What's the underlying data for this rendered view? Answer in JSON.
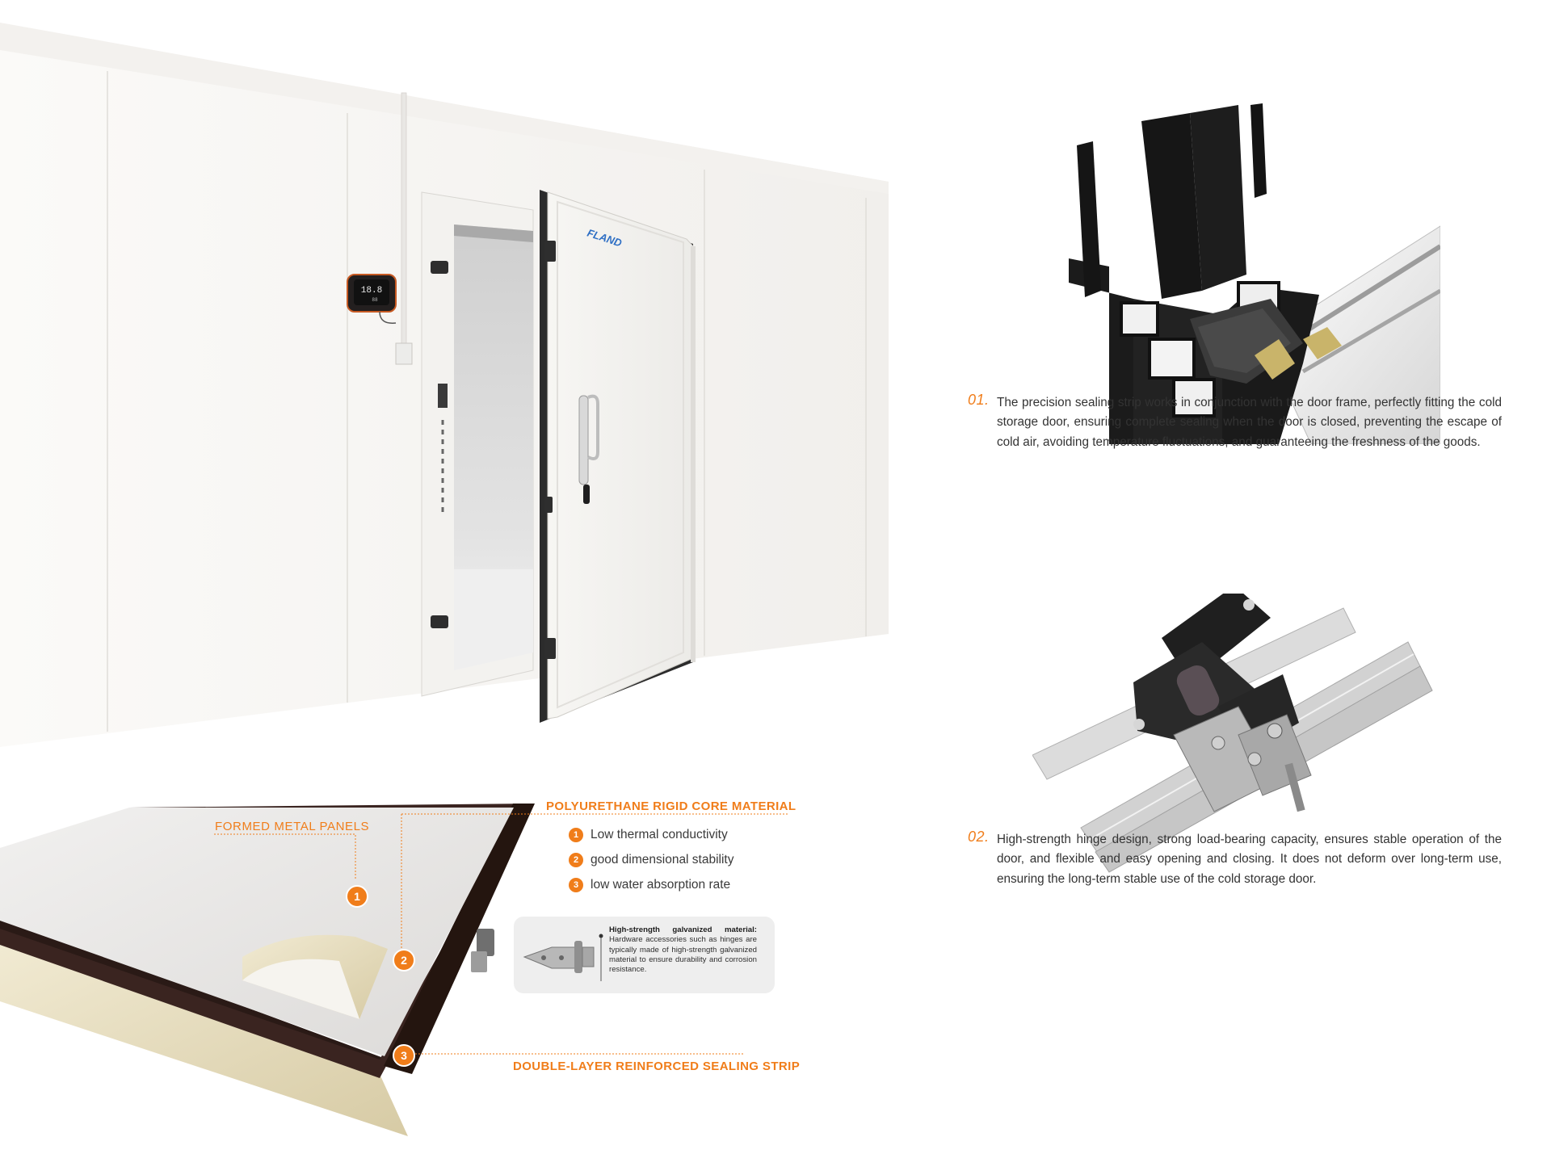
{
  "room": {
    "controller_display": "18.8",
    "controller_sub_display": "88",
    "brand_logo": "FLAND"
  },
  "panel_diagram": {
    "core_title": "POLYURETHANE RIGID CORE MATERIAL",
    "metal_panels_label": "FORMED METAL PANELS",
    "sealing_label": "DOUBLE-LAYER REINFORCED SEALING STRIP",
    "markers": [
      "1",
      "2",
      "3"
    ],
    "features": [
      {
        "num": "1",
        "text": "Low thermal conductivity"
      },
      {
        "num": "2",
        "text": "good dimensional stability"
      },
      {
        "num": "3",
        "text": "low water absorption rate"
      }
    ],
    "galvanized": {
      "heading": "High-strength galvanized material:",
      "body": "Hardware accessories such as hinges are typically made of high-strength galvanized material to ensure durability and corrosion resistance."
    }
  },
  "descriptions": [
    {
      "index": "01.",
      "text": "The precision sealing strip works in conjunction with the door frame, perfectly fitting the cold storage door, ensuring complete sealing when the door is closed, preventing the escape of cold air, avoiding temperature fluctuations, and guaranteeing the freshness of the goods."
    },
    {
      "index": "02.",
      "text": "High-strength hinge design, strong load-bearing capacity, ensures stable operation of the door, and flexible and easy opening and closing. It does not deform over long-term use, ensuring the long-term stable use of the cold storage door."
    }
  ],
  "colors": {
    "accent_orange": "#f07d1a",
    "panel_white": "#f6f4f1",
    "frame_dark": "#2a1a16",
    "foam_cream": "#ece3c6"
  }
}
